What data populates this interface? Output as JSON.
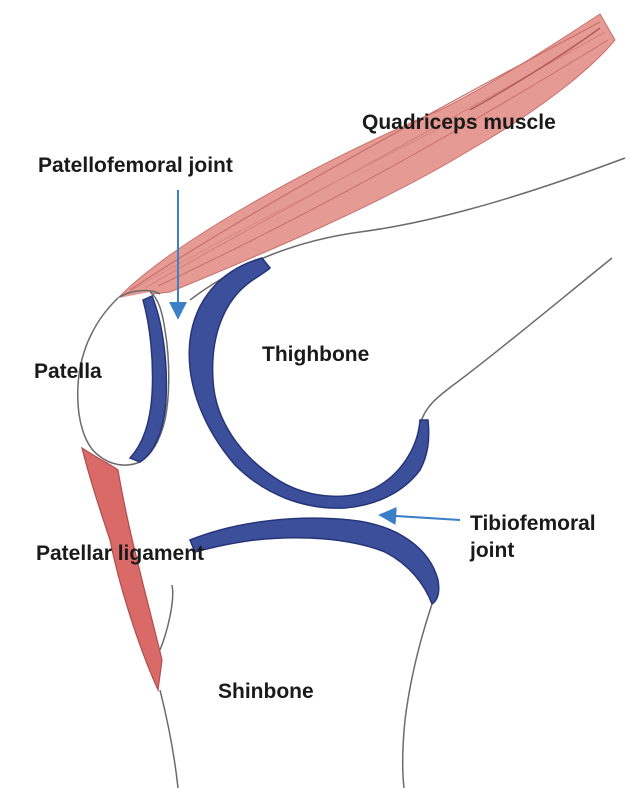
{
  "labels": {
    "quadriceps": "Quadriceps muscle",
    "patellofemoral": "Patellofemoral joint",
    "patella": "Patella",
    "thighbone": "Thighbone",
    "tibiofemoral_line1": "Tibiofemoral",
    "tibiofemoral_line2": "joint",
    "patellar_ligament": "Patellar ligament",
    "shinbone": "Shinbone"
  },
  "colors": {
    "muscle": "#e59a93",
    "muscle_stripe": "#c9706b",
    "cartilage": "#3b4f9b",
    "cartilage_dark": "#26357a",
    "ligament": "#d96a68",
    "outline": "#6b6b6b",
    "arrow": "#3a7fc7"
  }
}
